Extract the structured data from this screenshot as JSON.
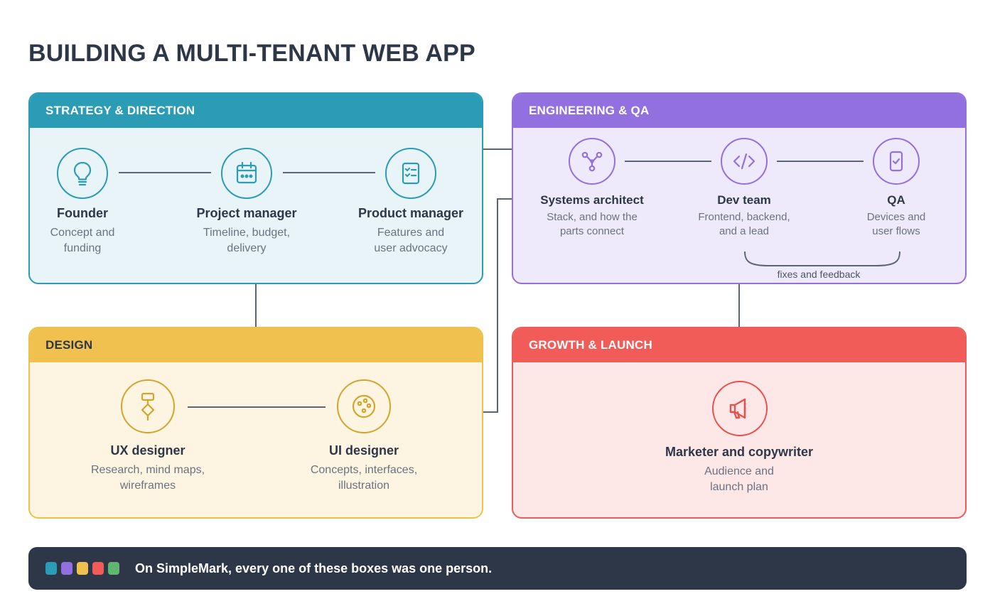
{
  "title": "BUILDING A MULTI-TENANT WEB APP",
  "panels": {
    "strategy": {
      "label": "STRATEGY & DIRECTION",
      "color": "#2b9cb5",
      "roles": [
        {
          "title": "Founder",
          "sub": "Concept and\nfunding",
          "icon": "lightbulb-icon"
        },
        {
          "title": "Project manager",
          "sub": "Timeline, budget,\ndelivery",
          "icon": "calendar-icon"
        },
        {
          "title": "Product manager",
          "sub": "Features and\nuser advocacy",
          "icon": "checklist-icon"
        }
      ]
    },
    "engineering": {
      "label": "ENGINEERING & QA",
      "color": "#9370e0",
      "roles": [
        {
          "title": "Systems architect",
          "sub": "Stack, and how the\nparts connect",
          "icon": "network-icon"
        },
        {
          "title": "Dev team",
          "sub": "Frontend, backend,\nand a lead",
          "icon": "code-icon"
        },
        {
          "title": "QA",
          "sub": "Devices and\nuser flows",
          "icon": "mobile-check-icon"
        }
      ],
      "loop_label": "fixes and feedback"
    },
    "design": {
      "label": "DESIGN",
      "color": "#f1c14f",
      "roles": [
        {
          "title": "UX designer",
          "sub": "Research, mind maps,\nwireframes",
          "icon": "flowchart-icon"
        },
        {
          "title": "UI designer",
          "sub": "Concepts, interfaces,\nillustration",
          "icon": "palette-icon"
        }
      ]
    },
    "growth": {
      "label": "GROWTH & LAUNCH",
      "color": "#f25c58",
      "roles": [
        {
          "title": "Marketer and copywriter",
          "sub": "Audience and\nlaunch plan",
          "icon": "megaphone-icon"
        }
      ]
    }
  },
  "footer": {
    "text": "On SimpleMark, every one of these boxes was one person.",
    "swatch_colors": [
      "#2b9cb5",
      "#9370e0",
      "#f1c14f",
      "#f25c58",
      "#5fb66f"
    ]
  }
}
